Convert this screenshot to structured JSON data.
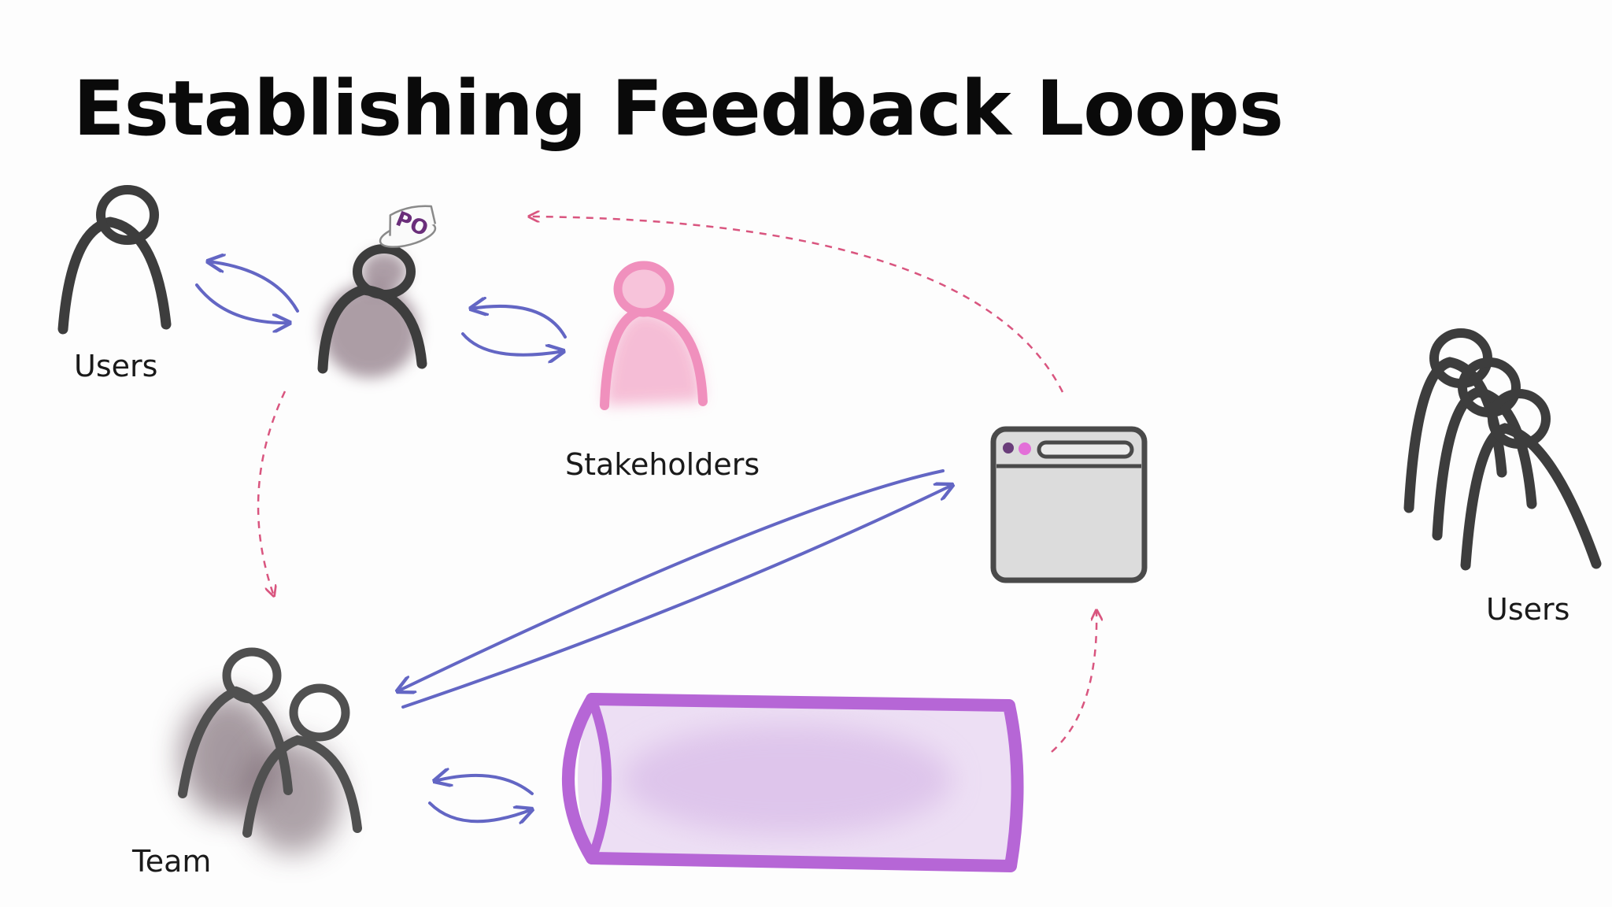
{
  "slide": {
    "title": "Establishing Feedback Loops"
  },
  "labels": {
    "users_left": "Users",
    "stakeholders": "Stakeholders",
    "team": "Team",
    "users_right": "Users"
  },
  "badges": {
    "product_owner_hat": "PO"
  },
  "icons": {
    "user_left": "person-icon",
    "product_owner": "person-with-po-hat-icon",
    "stakeholder": "person-icon",
    "team": "two-people-icon",
    "users_right": "group-of-people-icon",
    "product": "browser-window-icon",
    "backlog": "cylinder-pipeline-icon"
  },
  "colors": {
    "person_outline": "#3d3d3d",
    "po_fill": "#6a4f5e",
    "team_fill": "#5e4a55",
    "stakeholder_pink": "#f090bd",
    "solid_arrow": "#6366c4",
    "dashed_arrow": "#d9557f",
    "pipeline_purple": "#b666d6",
    "browser_dot_1": "#6a3d7a",
    "browser_dot_2": "#e36fd8"
  }
}
